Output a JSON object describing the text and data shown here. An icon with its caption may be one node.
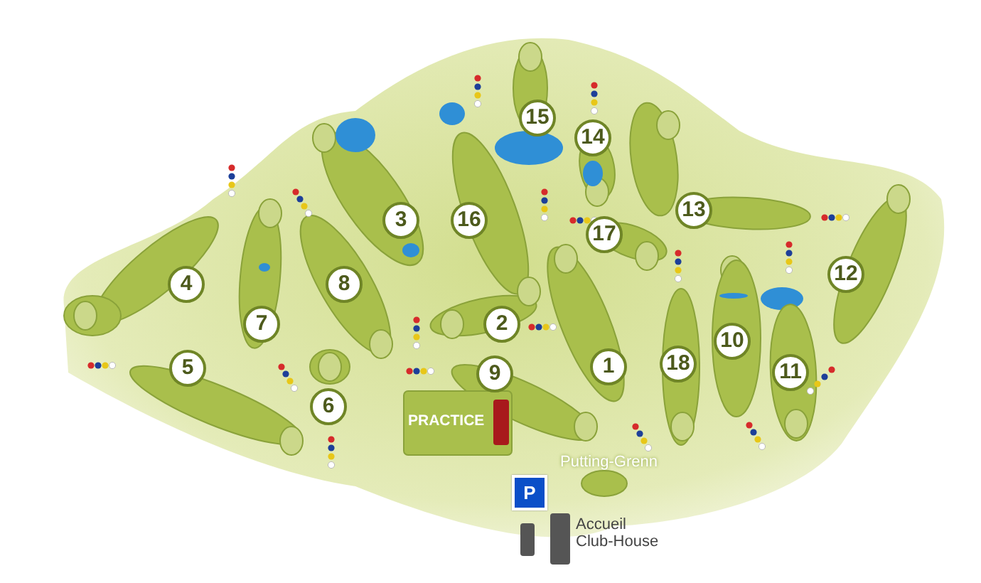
{
  "diagram": {
    "nodes": [
      {
        "text": [
          "1"
        ]
      },
      {
        "text": [
          "2"
        ]
      },
      {
        "text": [
          "3"
        ]
      },
      {
        "text": [
          "4"
        ]
      },
      {
        "text": [
          "5"
        ]
      },
      {
        "text": [
          "6"
        ]
      },
      {
        "text": [
          "7"
        ]
      },
      {
        "text": [
          "8"
        ]
      },
      {
        "text": [
          "9"
        ]
      },
      {
        "text": [
          "10"
        ]
      },
      {
        "text": [
          "11"
        ]
      },
      {
        "text": [
          "12"
        ]
      },
      {
        "text": [
          "13"
        ]
      },
      {
        "text": [
          "14"
        ]
      },
      {
        "text": [
          "15"
        ]
      },
      {
        "text": [
          "16"
        ]
      },
      {
        "text": [
          "17"
        ]
      },
      {
        "text": [
          "18"
        ]
      },
      {
        "text": [
          "PRACTICE"
        ]
      },
      {
        "text": [
          "P"
        ]
      }
    ],
    "labels": [
      "Putting-Grenn",
      "Accueil Club-House"
    ]
  }
}
